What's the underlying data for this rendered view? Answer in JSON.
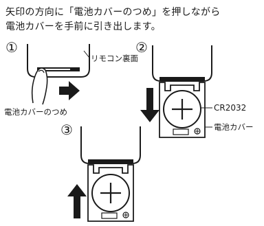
{
  "instructions": {
    "line1": "矢印の方向に「電池カバーのつめ」を押しながら",
    "line2": "電池カバーを手前に引き出します。"
  },
  "steps": {
    "step1": "①",
    "step2": "②",
    "step3": "③"
  },
  "callouts": {
    "remote_back": "リモコン裏面",
    "cover_tab": "電池カバーのつめ",
    "battery_model": "CR2032",
    "battery_cover": "電池カバー"
  },
  "battery_symbol": "+",
  "colors": {
    "ink": "#1a1a1a",
    "background": "#ffffff"
  }
}
